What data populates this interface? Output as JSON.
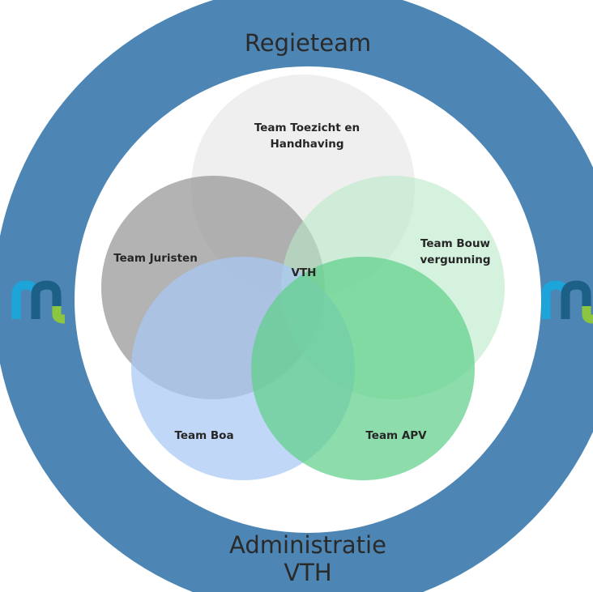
{
  "ring": {
    "title_top": "Regieteam",
    "title_bottom_line1": "Administratie",
    "title_bottom_line2": "VTH",
    "color": "#4d86b4"
  },
  "center_label": "VTH",
  "teams": [
    {
      "key": "toezicht",
      "line1": "Team Toezicht en",
      "line2": "Handhaving",
      "color": "#eeeeee"
    },
    {
      "key": "juristen",
      "line1": "Team Juristen",
      "line2": "",
      "color": "#a6a6a6"
    },
    {
      "key": "bouw",
      "line1": "Team Bouw",
      "line2": "vergunning",
      "color": "#d2f1dc"
    },
    {
      "key": "boa",
      "line1": "Team Boa",
      "line2": "",
      "color": "#bcd4f7"
    },
    {
      "key": "apv",
      "line1": "Team APV",
      "line2": "",
      "color": "#7fd99c"
    }
  ],
  "logo": {
    "name": "municipality-logo",
    "colors": [
      "#1da4d8",
      "#1c5f87",
      "#8cc540"
    ]
  }
}
